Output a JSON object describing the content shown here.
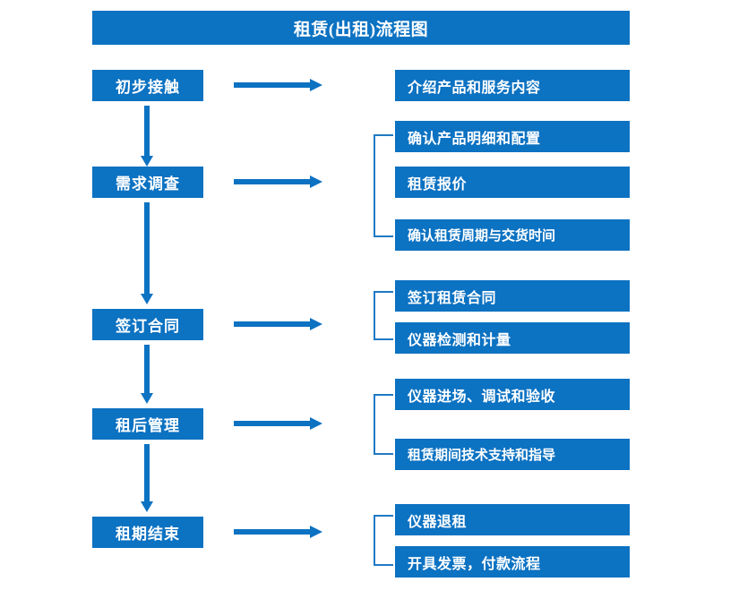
{
  "diagram": {
    "title": "租赁(出租)流程图",
    "accent_color": "#0c72c2",
    "bracket_color": "#1f79c4",
    "text_color": "#ffffff",
    "background_color": "#ffffff",
    "stages": [
      {
        "id": "stage-1",
        "label": "初步接触",
        "tasks": [
          {
            "id": "task-1-1",
            "label": "介绍产品和服务内容"
          }
        ],
        "bracketed": false
      },
      {
        "id": "stage-2",
        "label": "需求调查",
        "tasks": [
          {
            "id": "task-2-1",
            "label": "确认产品明细和配置"
          },
          {
            "id": "task-2-2",
            "label": "租赁报价"
          },
          {
            "id": "task-2-3",
            "label": "确认租赁周期与交货时间"
          }
        ],
        "bracketed": true
      },
      {
        "id": "stage-3",
        "label": "签订合同",
        "tasks": [
          {
            "id": "task-3-1",
            "label": "签订租赁合同"
          },
          {
            "id": "task-3-2",
            "label": "仪器检测和计量"
          }
        ],
        "bracketed": true
      },
      {
        "id": "stage-4",
        "label": "租后管理",
        "tasks": [
          {
            "id": "task-4-1",
            "label": "仪器进场、调试和验收"
          },
          {
            "id": "task-4-2",
            "label": "租赁期间技术支持和指导"
          }
        ],
        "bracketed": true
      },
      {
        "id": "stage-5",
        "label": "租期结束",
        "tasks": [
          {
            "id": "task-5-1",
            "label": "仪器退租"
          },
          {
            "id": "task-5-2",
            "label": "开具发票，付款流程"
          }
        ],
        "bracketed": true
      }
    ]
  }
}
